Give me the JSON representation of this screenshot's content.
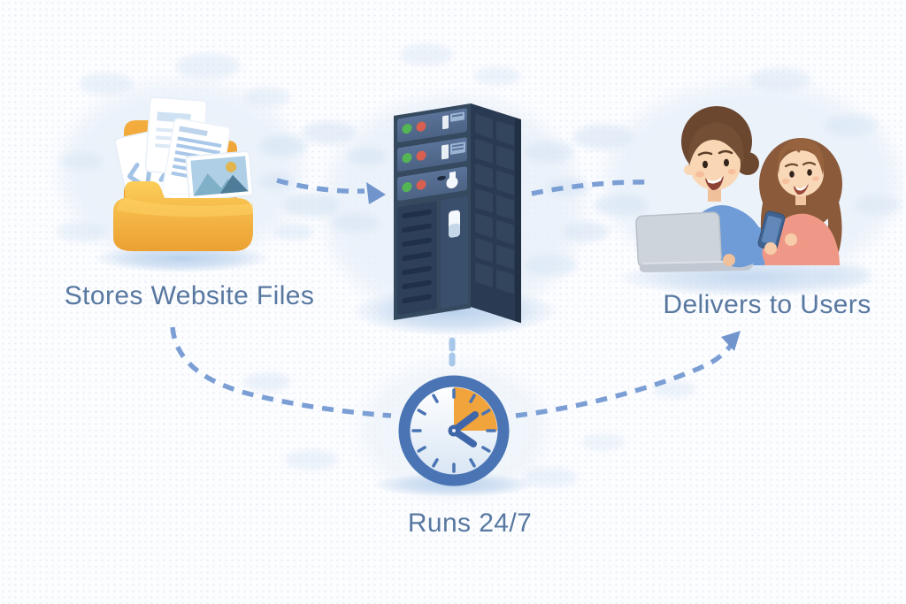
{
  "diagram": {
    "labels": {
      "stores": "Stores Website Files",
      "delivers": "Delivers to Users",
      "runs": "Runs 24/7"
    },
    "nodes": [
      {
        "id": "website-files-folder",
        "icon": "folder-with-files-icon",
        "label": "Stores Website Files",
        "position": "left"
      },
      {
        "id": "server-tower",
        "icon": "server-tower-icon",
        "label": "",
        "position": "center"
      },
      {
        "id": "users-with-devices",
        "icon": "users-with-devices-icon",
        "label": "Delivers to Users",
        "position": "right"
      },
      {
        "id": "uptime-clock",
        "icon": "clock-icon",
        "label": "Runs 24/7",
        "position": "bottom-center"
      }
    ],
    "connections": [
      {
        "from": "website-files-folder",
        "to": "server-tower",
        "style": "dashed-arrow"
      },
      {
        "from": "server-tower",
        "to": "users-with-devices",
        "style": "dashed-line"
      },
      {
        "from": "website-files-folder",
        "to": "uptime-clock",
        "style": "dashed-curve"
      },
      {
        "from": "server-tower",
        "to": "uptime-clock",
        "style": "dashed-line"
      },
      {
        "from": "uptime-clock",
        "to": "users-with-devices",
        "style": "dashed-arrow"
      }
    ],
    "colors": {
      "label_text": "#5878a0",
      "dash_blue": "#7b9fd4",
      "folder_yellow": "#f9c64e",
      "folder_orange": "#eda336",
      "server_front": "#4d6484",
      "server_side": "#2a3a52",
      "led_green": "#53b553",
      "led_red": "#d95f50",
      "clock_ring": "#4a74b4",
      "clock_sector_orange": "#f1a33c",
      "shirt_blue": "#6f9bd6",
      "shirt_pink": "#ef9887",
      "cloud_blob": "#d7e5f4",
      "background": "#fcfdff"
    }
  }
}
